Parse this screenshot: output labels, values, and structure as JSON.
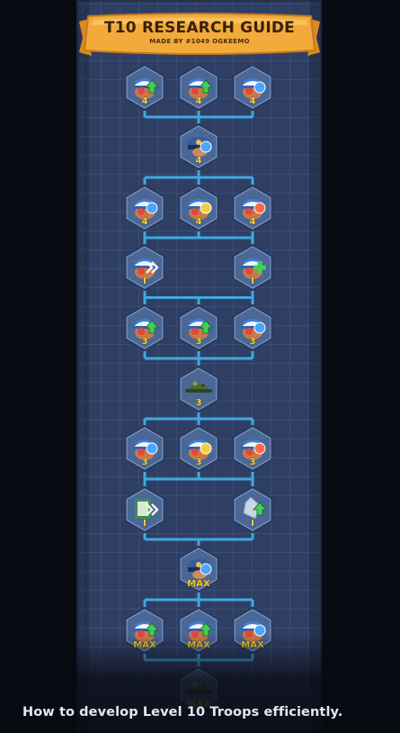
{
  "banner": {
    "title": "T10 RESEARCH GUIDE",
    "subtitle": "MADE BY #1049 OGKEEMO",
    "color": "#f2ab3b"
  },
  "caption": "How to develop Level 10 Troops efficiently.",
  "colors": {
    "board": "#2f3f63",
    "connector": "#3fa9e0",
    "hex_fill": "#4b6796",
    "hex_border": "#2a3a5c",
    "level_text": "#f5d23c",
    "max_text": "#f5c72a"
  },
  "rows": [
    {
      "level": "4",
      "nodes": [
        {
          "icon": "infantry-helmet-attack-icon",
          "badge": "arrow-up"
        },
        {
          "icon": "infantry-helmet-defense-icon",
          "badge": "arrow-up"
        },
        {
          "icon": "infantry-helmet-health-icon",
          "badge": "shield"
        }
      ]
    },
    {
      "level": "4",
      "nodes": [
        {
          "icon": "officer-cap-icon",
          "badge": "shield"
        }
      ]
    },
    {
      "level": "4",
      "nodes": [
        {
          "icon": "infantry-helmet-shield-icon",
          "badge": "shield"
        },
        {
          "icon": "infantry-helmet-sword-icon",
          "badge": "sword"
        },
        {
          "icon": "infantry-helmet-fire-icon",
          "badge": "fire"
        }
      ]
    },
    {
      "level": "I",
      "nodes": [
        {
          "icon": "helmet-speed-icon",
          "badge": "chevrons"
        },
        {
          "icon": "helmet-heal-icon",
          "badge": "plus"
        }
      ]
    },
    {
      "level": "3",
      "nodes": [
        {
          "icon": "infantry-helmet-attack-icon",
          "badge": "arrow-up"
        },
        {
          "icon": "infantry-helmet-defense-icon",
          "badge": "arrow-up"
        },
        {
          "icon": "infantry-helmet-health-icon",
          "badge": "shield"
        }
      ]
    },
    {
      "level": "3",
      "nodes": [
        {
          "icon": "troop-camouflage-helmet-icon",
          "badge": "none"
        }
      ]
    },
    {
      "level": "3",
      "nodes": [
        {
          "icon": "infantry-helmet-shield-icon",
          "badge": "shield"
        },
        {
          "icon": "infantry-helmet-sword-icon",
          "badge": "sword"
        },
        {
          "icon": "infantry-helmet-fire-icon",
          "badge": "fire"
        }
      ]
    },
    {
      "level": "I",
      "nodes": [
        {
          "icon": "march-speed-book-icon",
          "badge": "chevrons"
        },
        {
          "icon": "crystal-shard-icon",
          "badge": "arrow-up"
        }
      ]
    },
    {
      "level": "MAX",
      "nodes": [
        {
          "icon": "officer-cap-icon",
          "badge": "shield"
        }
      ]
    },
    {
      "level": "MAX",
      "nodes": [
        {
          "icon": "infantry-helmet-attack-icon",
          "badge": "arrow-up"
        },
        {
          "icon": "infantry-helmet-defense-icon",
          "badge": "arrow-up"
        },
        {
          "icon": "infantry-helmet-health-icon",
          "badge": "shield"
        }
      ]
    },
    {
      "level": "MAX",
      "nodes": [
        {
          "icon": "troop-camouflage-helmet-icon",
          "badge": "none"
        }
      ]
    }
  ]
}
